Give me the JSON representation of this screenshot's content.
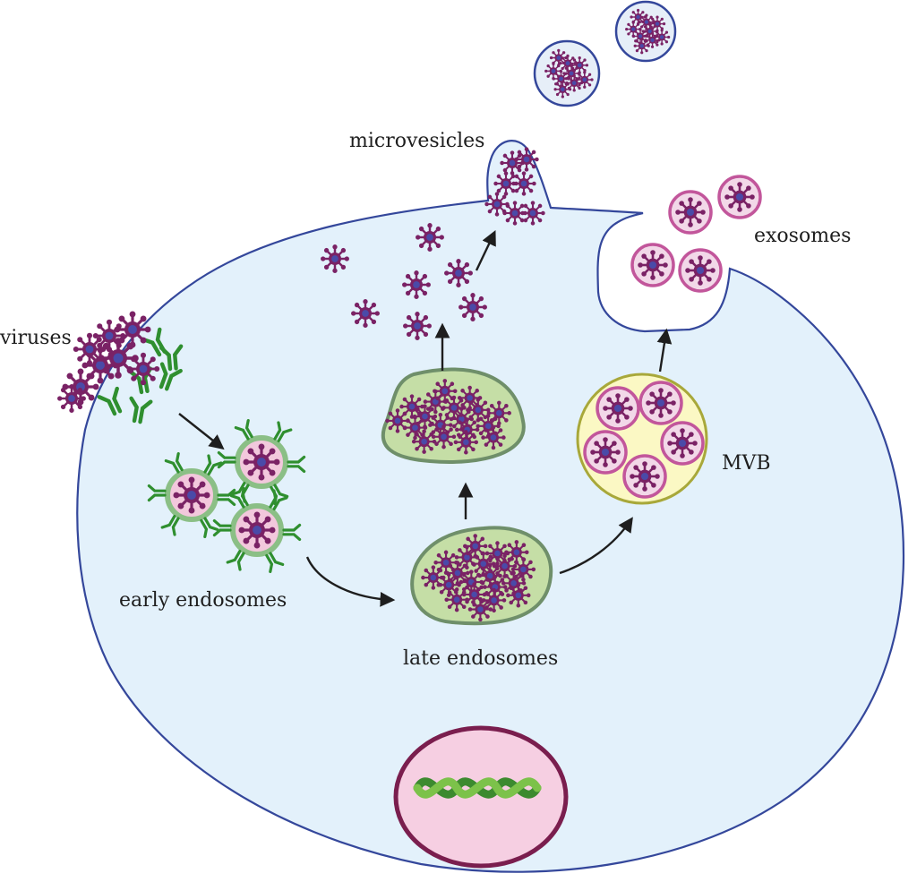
{
  "labels": {
    "viruses": "viruses",
    "microvesicles": "microvesicles",
    "exosomes": "exosomes",
    "early_endosomes": "early endosomes",
    "late_endosomes": "late endosomes",
    "mvb": "MVB"
  },
  "colors": {
    "cell_fill": "#e3f1fb",
    "membrane": "#34479b",
    "virus_body": "#7a2265",
    "virus_core": "#4a4aa8",
    "receptor": "#2f8f2f",
    "endosome_fill": "#c5dea6",
    "endosome_stroke": "#6f8f6a",
    "mvb_fill": "#fbf8c4",
    "mvb_stroke": "#a8a83a",
    "exosome_ring": "#c2569b",
    "nucleus_fill": "#f6cfe2",
    "nucleus_stroke": "#7a1e4e",
    "dna": "#4ea53c"
  },
  "icons": [
    "virus-icon",
    "receptor-icon",
    "dna-icon",
    "arrow-icon"
  ]
}
